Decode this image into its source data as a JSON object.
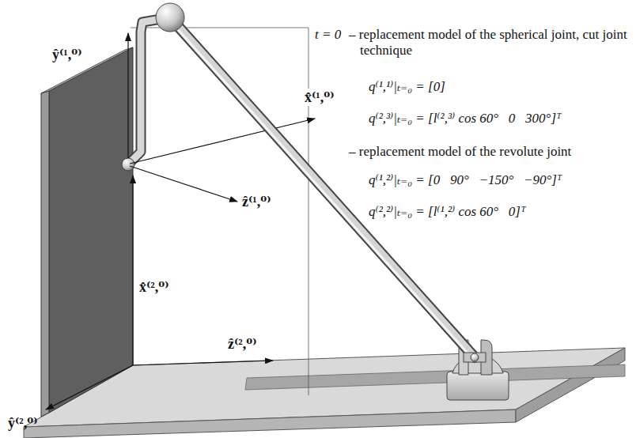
{
  "diagram": {
    "labels": [
      "ŷ⁽¹,⁰⁾",
      "t = 0",
      "– replacement model of the spherical joint, cut joint technique",
      "x̂⁽¹,⁰⁾",
      "q⁽¹,¹⁾|ₜ₌₀ = [0]",
      "q⁽²,³⁾|ₜ₌₀ = [l⁽²,³⁾ cos 60°   0   300°]ᵀ",
      "ẑ⁽¹,⁰⁾",
      "– replacement model of the revolute joint",
      "q⁽¹,²⁾|ₜ₌₀ = [0   90°   −150°   −90°]ᵀ",
      "q⁽²,²⁾|ₜ₌₀ = [l⁽¹,²⁾ cos 60°   0]ᵀ",
      "x̂⁽²,⁰⁾",
      "ẑ⁽²,⁰⁾",
      "ŷ⁽²,⁰⁾"
    ]
  }
}
